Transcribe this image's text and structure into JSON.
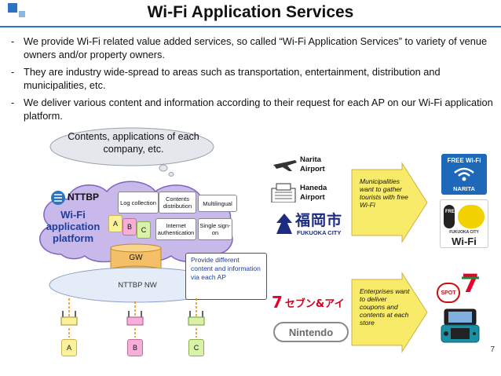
{
  "title": "Wi-Fi Application Services",
  "bullets": [
    "We provide Wi-Fi related value added services, so called “Wi-Fi Application Services” to variety of venue owners and/or property owners.",
    "They are industry wide-spread to areas such as transportation, entertainment, distribution and municipalities, etc.",
    "We deliver various content and information according to their request for each AP on our Wi-Fi application platform."
  ],
  "bullet_marker": "-",
  "diagram": {
    "contents_bubble": "Contents, applications of each company, etc.",
    "nttbp_logo": "NTTBP",
    "platform_label": "Wi-Fi application platform",
    "services": {
      "log": "Log collection",
      "contents": "Contents distribution",
      "multilingual": "Multilingual",
      "internet": "Internet authentication",
      "sso": "Single sign-on"
    },
    "cards": [
      "A",
      "B",
      "C"
    ],
    "gw": "GW",
    "network": "NTTBP  NW",
    "callout": "Provide different content and information via each AP",
    "aps": [
      "A",
      "B",
      "C"
    ]
  },
  "airports": {
    "narita": "Narita Airport",
    "haneda": "Haneda Airport"
  },
  "fukuoka": {
    "kanji": "福岡市",
    "roman": "FUKUOKA CITY"
  },
  "municipal_arrow": "Municipalities want to gather tourists with free Wi-Fi",
  "enterprise_arrow": "Enterprises want to deliver coupons and contents at each store",
  "logos": {
    "narita_badge_top": "FREE Wi-Fi",
    "narita_badge_bottom": "NARITA",
    "fukuoka_badge_top": "FREE",
    "fukuoka_badge_city": "FUKUOKA CITY",
    "fukuoka_badge_bottom": "Wi-Fi",
    "seven_i": "セブン&アイ",
    "nintendo": "Nintendo",
    "spot": "SPOT"
  },
  "colors": {
    "accent": "#2b74c2",
    "cloud": "#c9b8ea",
    "cloud_border": "#7d65c4",
    "arrow_fill": "#f9eb6a",
    "gw": "#f4c067",
    "ap_yellow": "#fcf19b",
    "ap_pink": "#f6b0d8",
    "ap_green": "#d9f1a8"
  },
  "page_number": "7"
}
